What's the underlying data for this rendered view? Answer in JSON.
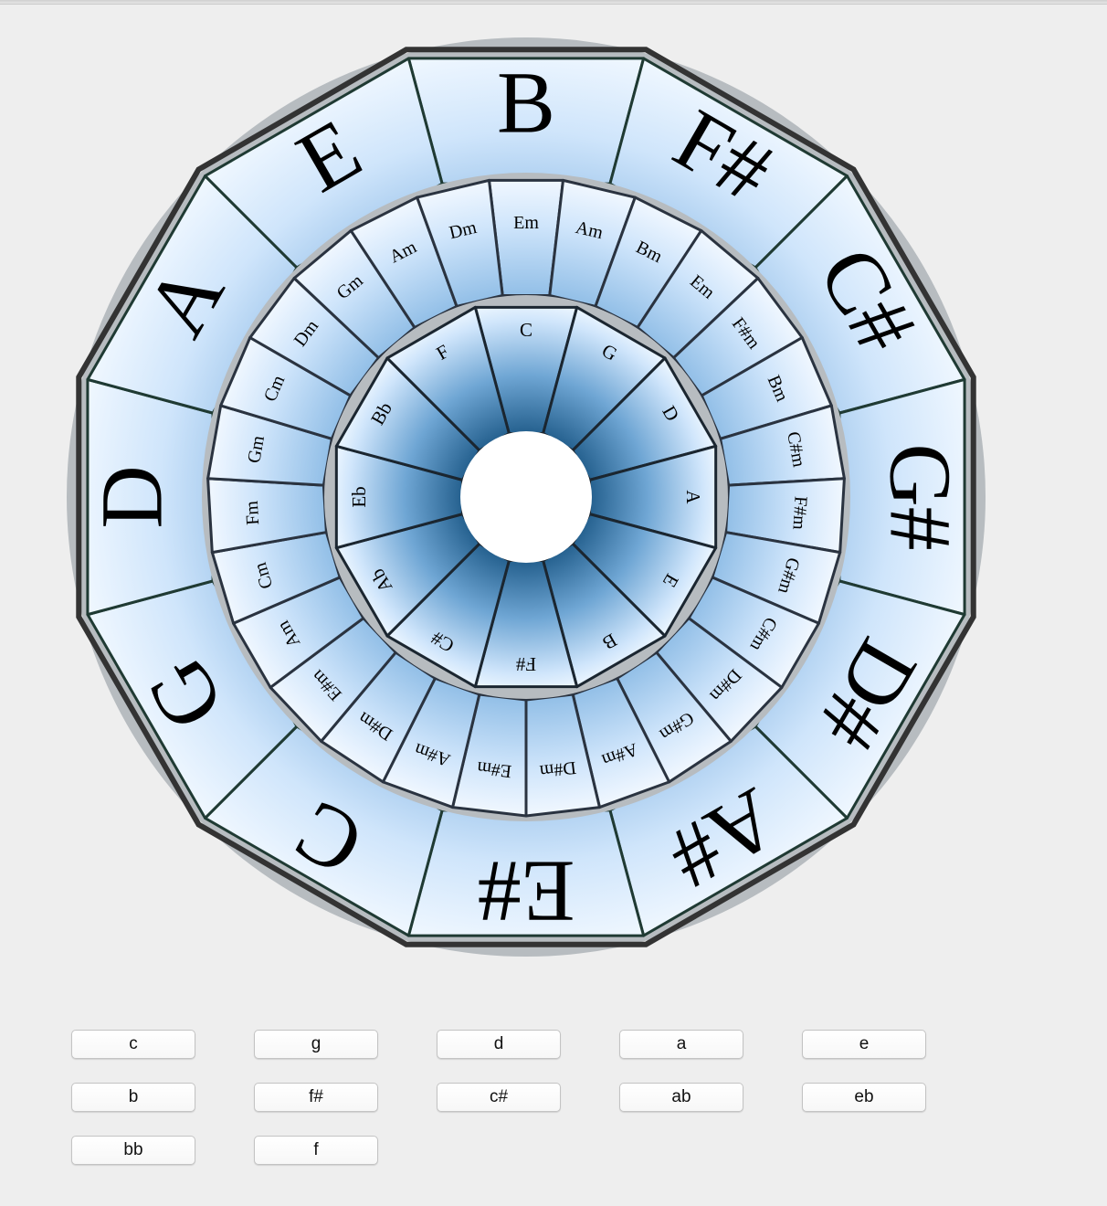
{
  "wheel": {
    "outer_ring": {
      "labels": [
        "B",
        "F#",
        "C#",
        "G#",
        "D#",
        "A#",
        "E#",
        "C",
        "G",
        "D",
        "A",
        "E"
      ]
    },
    "middle_ring": {
      "labels": [
        "Em",
        "Am",
        "Bm",
        "Em",
        "F#m",
        "Bm",
        "C#m",
        "F#m",
        "G#m",
        "C#m",
        "D#m",
        "G#m",
        "A#m",
        "D#m",
        "E#m",
        "A#m",
        "D#m",
        "E#m",
        "Am",
        "Cm",
        "Fm",
        "Gm",
        "Cm",
        "Dm",
        "Gm",
        "Am",
        "Dm"
      ]
    },
    "inner_ring": {
      "labels": [
        "C",
        "G",
        "D",
        "A",
        "E",
        "B",
        "F#",
        "C#",
        "Ab",
        "Eb",
        "Bb",
        "F"
      ]
    },
    "colors": {
      "outer_stroke": "#333333",
      "segment_light": "#ebf5ff",
      "segment_mid": "#b9d9f7",
      "inner_dark": "#1f5a86",
      "center_hole": "#ffffff"
    }
  },
  "key_buttons": [
    {
      "label": "c"
    },
    {
      "label": "g"
    },
    {
      "label": "d"
    },
    {
      "label": "a"
    },
    {
      "label": "e"
    },
    {
      "label": "b"
    },
    {
      "label": "f#"
    },
    {
      "label": "c#"
    },
    {
      "label": "ab"
    },
    {
      "label": "eb"
    },
    {
      "label": "bb"
    },
    {
      "label": "f"
    }
  ]
}
